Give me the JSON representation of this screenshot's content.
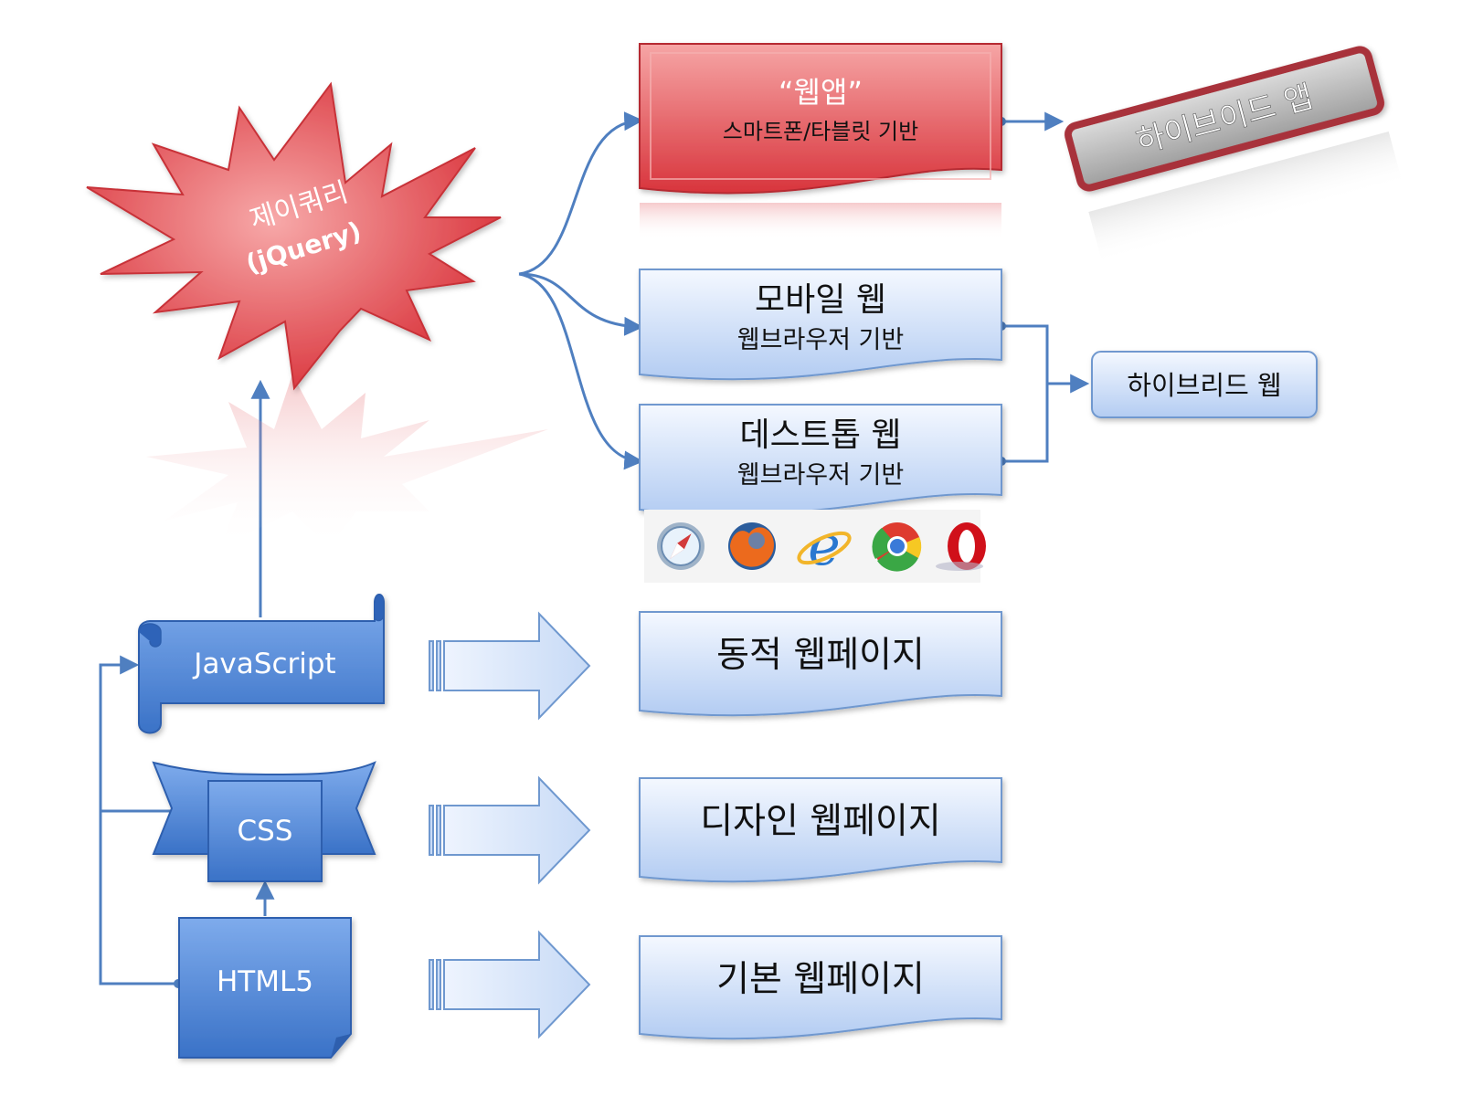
{
  "colors": {
    "blue_fill_top": "#f3f7fe",
    "blue_fill_bottom": "#b5cef4",
    "blue_stroke": "#6f98cf",
    "connector": "#4f7fc0",
    "dark_blue_top": "#7aa8ea",
    "dark_blue_bottom": "#3c74c9",
    "red_top": "#f49a9a",
    "red_bottom": "#d9383f",
    "red_stroke": "#b62a30",
    "gray_fill": "#bdbdbd",
    "maroon": "#a8303a"
  },
  "jquery_burst": {
    "line1": "제이쿼리",
    "line2": "(jQuery)"
  },
  "webapp": {
    "title": "“웹앱”",
    "subtitle": "스마트폰/타블릿 기반"
  },
  "hybrid_app": {
    "label": "하이브이드 앱"
  },
  "mobile_web": {
    "title": "모바일 웹",
    "subtitle": "웹브라우저 기반"
  },
  "desktop_web": {
    "title": "데스트톱 웹",
    "subtitle": "웹브라우저 기반"
  },
  "hybrid_web": {
    "label": "하이브리드 웹"
  },
  "browsers": [
    {
      "name": "safari-icon"
    },
    {
      "name": "firefox-icon"
    },
    {
      "name": "ie-icon"
    },
    {
      "name": "chrome-icon"
    },
    {
      "name": "opera-icon"
    }
  ],
  "techs": {
    "javascript": "JavaScript",
    "css": "CSS",
    "html5": "HTML5"
  },
  "outputs": {
    "dynamic": "동적 웹페이지",
    "design": "디자인 웹페이지",
    "basic": "기본 웹페이지"
  }
}
